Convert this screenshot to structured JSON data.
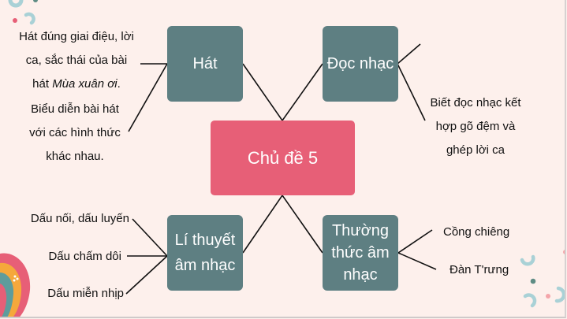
{
  "diagram": {
    "center": {
      "label": "Chủ đề 5",
      "color": "#e75f77"
    },
    "nodes": [
      {
        "id": "hat",
        "label": "Hát",
        "details": [
          {
            "text": "Hát đúng giai điệu, lời ca, sắc thái của bài hát",
            "italic_suffix": "Mùa xuân ơi",
            "end": "."
          },
          {
            "text": "Biểu diễn bài hát với các hình thức khác nhau."
          }
        ]
      },
      {
        "id": "doc-nhac",
        "label": "Đọc nhạc",
        "details": [
          {
            "text": "Biết đọc nhạc kết hợp gõ đệm và ghép lời ca"
          }
        ]
      },
      {
        "id": "li-thuyet",
        "label": "Lí thuyết âm nhạc",
        "details": [
          {
            "text": "Dấu nối, dấu luyến"
          },
          {
            "text": "Dấu chấm dôi"
          },
          {
            "text": "Dấu miễn nhịp"
          }
        ]
      },
      {
        "id": "thuong-thuc",
        "label": "Thường thức âm nhạc",
        "details": [
          {
            "text": "Cồng chiêng"
          },
          {
            "text": "Đàn T'rưng"
          }
        ]
      }
    ],
    "node_color": "#5e7f82",
    "background": "#fdf0ec"
  },
  "text": {
    "hat_l1": "Hát đúng giai điệu, lời",
    "hat_l2": "ca, sắc thái của bài",
    "hat_l3a": "hát ",
    "hat_l3b": "Mùa xuân ơi",
    "hat_l3c": ".",
    "hat2_l1": "Biểu diễn bài hát",
    "hat2_l2": "với các hình thức",
    "hat2_l3": "khác nhau.",
    "doc_l1": "Biết đọc nhạc kết",
    "doc_l2": "hợp gõ đệm và",
    "doc_l3": "ghép lời ca",
    "lt_1": "Dấu nối, dấu luyến",
    "lt_2": "Dấu chấm dôi",
    "lt_3": "Dấu miễn nhịp",
    "tt_1": "Cồng chiêng",
    "tt_2": "Đàn T'rưng",
    "box_hat": "Hát",
    "box_doc": "Đọc nhạc",
    "box_lt_1": "Lí thuyết",
    "box_lt_2": "âm nhạc",
    "box_tt_1": "Thường",
    "box_tt_2": "thức âm",
    "box_tt_3": "nhạc",
    "center": "Chủ đề 5"
  }
}
